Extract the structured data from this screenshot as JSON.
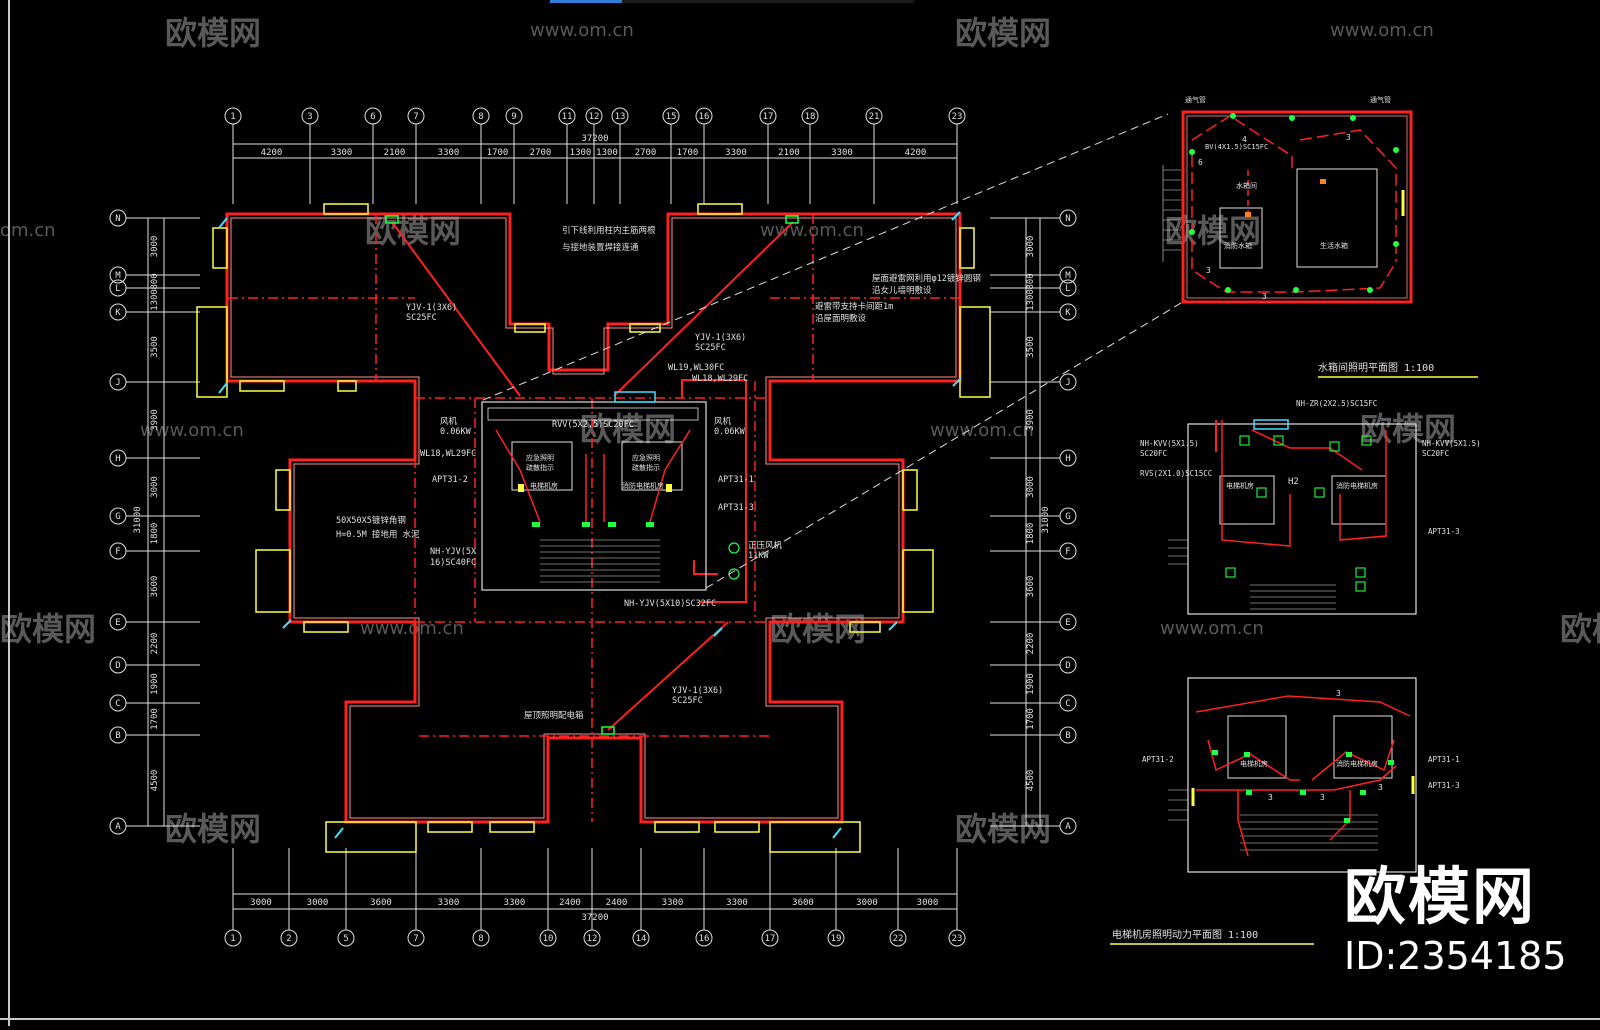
{
  "colors": {
    "wall": "#ff2020",
    "dim": "#e0e0e0",
    "yellow": "#ffff40",
    "cyan": "#40e0ff",
    "green": "#20ff40",
    "white": "#ffffff",
    "watermark": "#595959",
    "bg": "#000000"
  },
  "watermark": {
    "text": "欧模网",
    "url": "www.om.cn",
    "url_fragment": "om.cn"
  },
  "brand": {
    "name": "欧模网",
    "id": "ID:2354185"
  },
  "plan": {
    "top_axes": [
      "1",
      "3",
      "6",
      "7",
      "8",
      "9",
      "11",
      "12",
      "13",
      "15",
      "16",
      "17",
      "18",
      "21",
      "23"
    ],
    "bottom_axes": [
      "1",
      "2",
      "5",
      "7",
      "8",
      "10",
      "12",
      "14",
      "16",
      "17",
      "19",
      "22",
      "23"
    ],
    "row_axes": [
      "N",
      "M",
      "L",
      "K",
      "J",
      "H",
      "G",
      "F",
      "E",
      "D",
      "C",
      "B",
      "A"
    ],
    "top_total": "37200",
    "top_dims": [
      "4200",
      "3300",
      "2100",
      "3300",
      "1700",
      "2700",
      "1300",
      "1300",
      "2700",
      "1700",
      "3300",
      "2100",
      "3300",
      "4200"
    ],
    "bottom_total": "37200",
    "bottom_dims": [
      "3000",
      "3000",
      "3600",
      "3300",
      "3300",
      "2400",
      "2400",
      "3300",
      "3300",
      "3600",
      "3000",
      "3000"
    ],
    "side_dims": [
      "3000",
      "800",
      "1300",
      "3500",
      "3900",
      "3000",
      "1800",
      "3600",
      "2200",
      "1900",
      "1700",
      "4500"
    ],
    "side_total": "31000",
    "labels": {
      "cable_a": "YJV-1(3X6)",
      "cable_a_pipe": "SC25FC",
      "cable_b": "YJV-1(3X6)",
      "cable_b_pipe": "SC25FC",
      "cable_c": "YJV-1(3X6)",
      "cable_c_pipe": "SC25FC",
      "note_top": "引下线利用柱内主筋两根",
      "note_top2": "与接地装置焊接连通",
      "note_right": "屋面避雷网利用φ12镀锌圆钢",
      "note_right2": "沿女儿墙明敷设",
      "note_right3": "避雷带支持卡间距1m",
      "note_right4": "沿屋面明敷设",
      "w1": "WL19,WL30FC",
      "w2": "WL18,WL29FC",
      "w3": "WL18,WL29FC",
      "fan_l": "风机",
      "fan_l_kw": "0.06KW",
      "fan_r": "风机",
      "fan_r_kw": "0.06KW",
      "apt_l": "APT31-2",
      "apt_r1": "APT31-1",
      "apt_r2": "APT31-3",
      "rvv": "RVV(5X2.5)SC20FC",
      "lamp_l1": "应急照明",
      "lamp_l2": "疏散指示",
      "lamp_l3": "电梯机房",
      "lamp_r1": "应急照明",
      "lamp_r2": "疏散指示",
      "lamp_r3": "消防电梯机房",
      "steel": "50X50X5镀锌角钢",
      "steel2": "H=0.5M 接地用 水泥",
      "nh_l": "NH-YJV(5X",
      "nh_l2": "16)SC40FC",
      "nh_b": "NH-YJV(5X10)SC32FC",
      "fan_press": "正压风机",
      "fan_press_kw": "11KW",
      "junction": "屋顶照明配电箱"
    }
  },
  "detail_water": {
    "title": "水箱间照明平面图 1:100",
    "labels": {
      "vent_l": "通气管",
      "vent_r": "通气管",
      "cable": "BV(4X1.5)SC15FC",
      "room": "水箱间",
      "tank_l": "消防水箱",
      "tank_r": "生活水箱",
      "n1": "4",
      "n2": "3",
      "n3": "6",
      "n4": "3",
      "n5": "3"
    }
  },
  "detail_elevator": {
    "title": "电梯机房照明动力平面图 1:100",
    "labels": {
      "nh_top": "NH-ZR(2X2.5)SC15FC",
      "nh_l": "NH-KVV(5X1.5)",
      "nh_l2": "SC20FC",
      "nh_r": "NH-KVV(5X1.5)",
      "nh_r2": "SC20FC",
      "rvs": "RVS(2X1.0)SC15CC",
      "h2": "H2",
      "apt_r": "APT31-3",
      "room_l": "电梯机房",
      "room_r": "消防电梯机房",
      "apt_l2": "APT31-2",
      "apt_r21": "APT31-1",
      "apt_r22": "APT31-3",
      "room_l2": "电梯机房",
      "room_r2": "消防电梯机房",
      "n3a": "3",
      "n3b": "3",
      "n3c": "3",
      "n3d": "3"
    }
  }
}
